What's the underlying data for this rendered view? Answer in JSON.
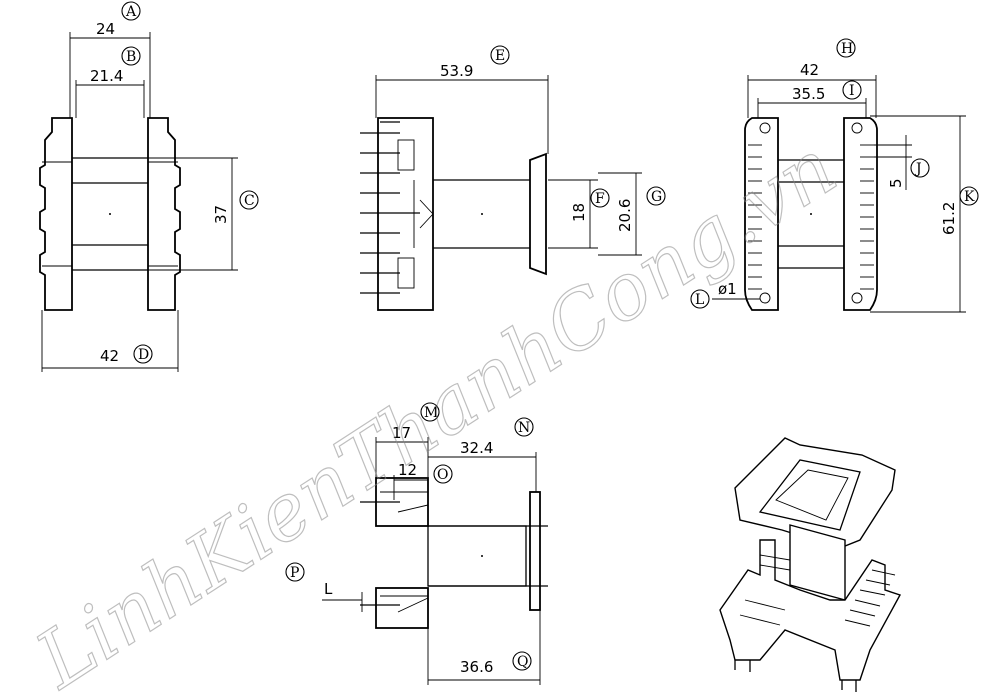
{
  "watermark": "LinhKienThanhCong.vn",
  "dims": {
    "a": "24",
    "b": "21.4",
    "c": "37",
    "d": "42",
    "e": "53.9",
    "f": "18",
    "g": "20.6",
    "h": "42",
    "i": "35.5",
    "j": "5",
    "k": "61.2",
    "l": "ø1",
    "m": "17",
    "n": "32.4",
    "o": "12",
    "p": "L",
    "q": "36.6"
  },
  "labels": {
    "a": "A",
    "b": "B",
    "c": "C",
    "d": "D",
    "e": "E",
    "f": "F",
    "g": "G",
    "h": "H",
    "i": "I",
    "j": "J",
    "k": "K",
    "l": "L",
    "m": "M",
    "n": "N",
    "o": "O",
    "p": "P",
    "q": "Q"
  }
}
